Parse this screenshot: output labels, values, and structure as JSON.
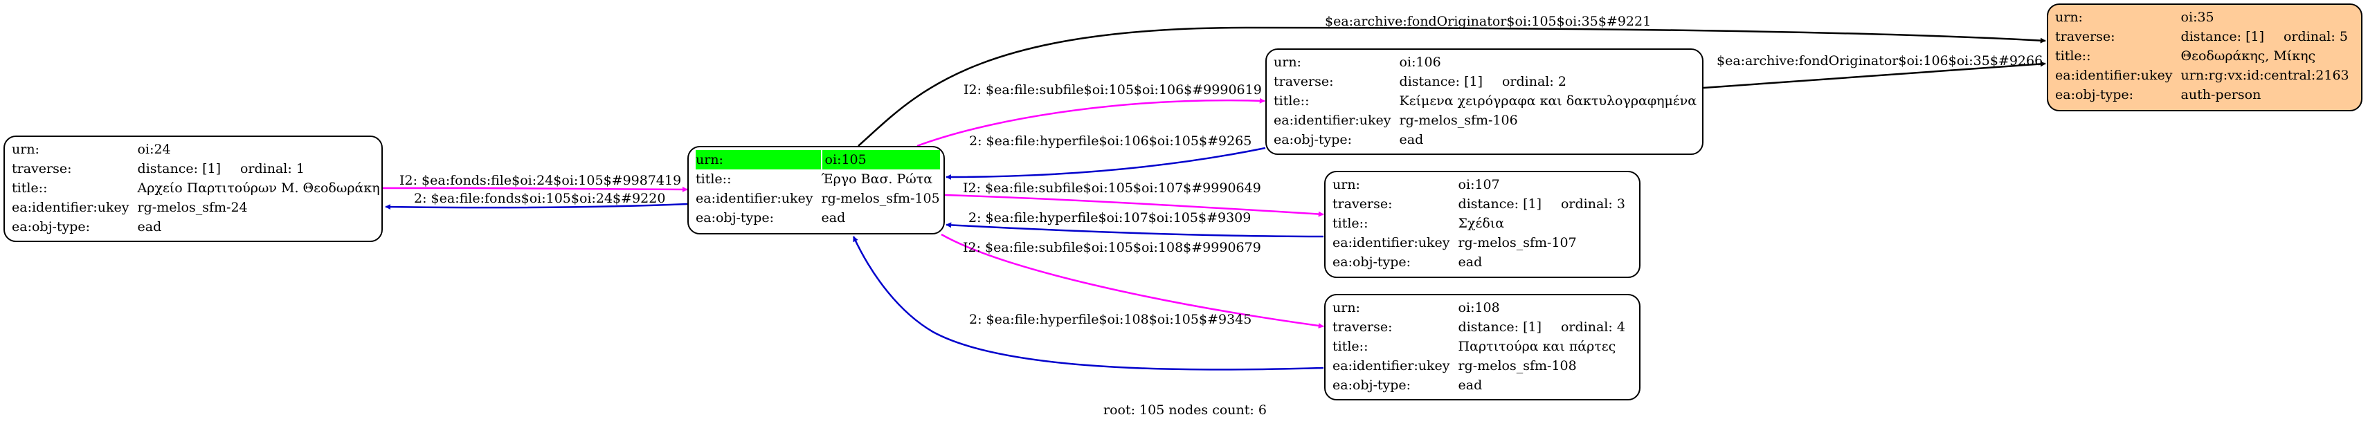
{
  "colors": {
    "magenta": "#ff00ff",
    "blue": "#0000cc",
    "black": "#000000",
    "highlight": "#00ff00",
    "auth_fill": "#ffcc99"
  },
  "nodes": {
    "oi24": {
      "rows": [
        {
          "k": "urn:",
          "v": "oi:24"
        },
        {
          "k": "traverse:",
          "v": "distance: [1]",
          "ord": "ordinal: 1"
        },
        {
          "k": "title::",
          "v": "Αρχείο Παρτιτούρων Μ. Θεοδωράκη"
        },
        {
          "k": "ea:identifier:ukey",
          "v": "rg-melos_sfm-24"
        },
        {
          "k": "ea:obj-type:",
          "v": "ead"
        }
      ]
    },
    "oi105": {
      "rows": [
        {
          "k": "urn:",
          "v": "oi:105"
        },
        {
          "k": "title::",
          "v": "Έργο Βασ. Ρώτα"
        },
        {
          "k": "ea:identifier:ukey",
          "v": "rg-melos_sfm-105"
        },
        {
          "k": "ea:obj-type:",
          "v": "ead"
        }
      ]
    },
    "oi106": {
      "rows": [
        {
          "k": "urn:",
          "v": "oi:106"
        },
        {
          "k": "traverse:",
          "v": "distance: [1]",
          "ord": "ordinal: 2"
        },
        {
          "k": "title::",
          "v": "Κείμενα χειρόγραφα και δακτυλογραφημένα"
        },
        {
          "k": "ea:identifier:ukey",
          "v": "rg-melos_sfm-106"
        },
        {
          "k": "ea:obj-type:",
          "v": "ead"
        }
      ]
    },
    "oi107": {
      "rows": [
        {
          "k": "urn:",
          "v": "oi:107"
        },
        {
          "k": "traverse:",
          "v": "distance: [1]",
          "ord": "ordinal: 3"
        },
        {
          "k": "title::",
          "v": "Σχέδια"
        },
        {
          "k": "ea:identifier:ukey",
          "v": "rg-melos_sfm-107"
        },
        {
          "k": "ea:obj-type:",
          "v": "ead"
        }
      ]
    },
    "oi108": {
      "rows": [
        {
          "k": "urn:",
          "v": "oi:108"
        },
        {
          "k": "traverse:",
          "v": "distance: [1]",
          "ord": "ordinal: 4"
        },
        {
          "k": "title::",
          "v": "Παρτιτούρα και πάρτες"
        },
        {
          "k": "ea:identifier:ukey",
          "v": "rg-melos_sfm-108"
        },
        {
          "k": "ea:obj-type:",
          "v": "ead"
        }
      ]
    },
    "oi35": {
      "rows": [
        {
          "k": "urn:",
          "v": "oi:35"
        },
        {
          "k": "traverse:",
          "v": "distance: [1]",
          "ord": "ordinal: 5"
        },
        {
          "k": "title::",
          "v": "Θεοδωράκης, Μίκης"
        },
        {
          "k": "ea:identifier:ukey",
          "v": "urn:rg:vx:id:central:2163"
        },
        {
          "k": "ea:obj-type:",
          "v": "auth-person"
        }
      ]
    }
  },
  "edges": [
    {
      "id": "e1",
      "color": "magenta",
      "label": "I2: $ea:fonds:file$oi:24$oi:105$#9987419"
    },
    {
      "id": "e2",
      "color": "blue",
      "label": "2: $ea:file:fonds$oi:105$oi:24$#9220"
    },
    {
      "id": "e3",
      "color": "magenta",
      "label": "I2: $ea:file:subfile$oi:105$oi:106$#9990619"
    },
    {
      "id": "e4",
      "color": "blue",
      "label": "2: $ea:file:hyperfile$oi:106$oi:105$#9265"
    },
    {
      "id": "e5",
      "color": "magenta",
      "label": "I2: $ea:file:subfile$oi:105$oi:107$#9990649"
    },
    {
      "id": "e6",
      "color": "blue",
      "label": "2: $ea:file:hyperfile$oi:107$oi:105$#9309"
    },
    {
      "id": "e7",
      "color": "magenta",
      "label": "I2: $ea:file:subfile$oi:105$oi:108$#9990679"
    },
    {
      "id": "e8",
      "color": "blue",
      "label": "2: $ea:file:hyperfile$oi:108$oi:105$#9345"
    },
    {
      "id": "e9",
      "color": "black",
      "label": "$ea:archive:fondOriginator$oi:105$oi:35$#9221"
    },
    {
      "id": "e10",
      "color": "black",
      "label": "$ea:archive:fondOriginator$oi:106$oi:35$#9266"
    }
  ],
  "footer": "root: 105 nodes count: 6"
}
